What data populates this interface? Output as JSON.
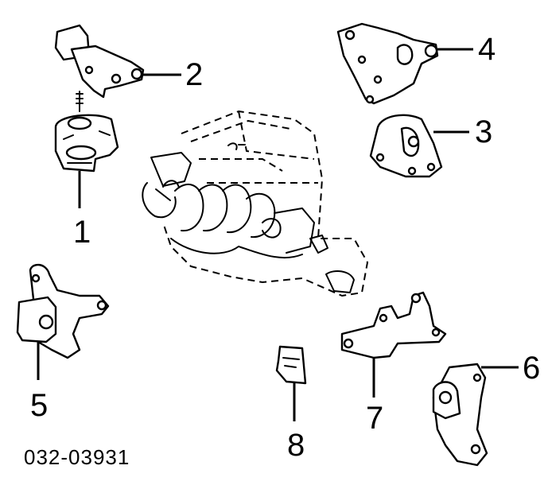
{
  "diagram": {
    "part_number": "032-03931",
    "callouts": [
      {
        "id": 1,
        "label": "1"
      },
      {
        "id": 2,
        "label": "2"
      },
      {
        "id": 3,
        "label": "3"
      },
      {
        "id": 4,
        "label": "4"
      },
      {
        "id": 5,
        "label": "5"
      },
      {
        "id": 6,
        "label": "6"
      },
      {
        "id": 7,
        "label": "7"
      },
      {
        "id": 8,
        "label": "8"
      }
    ]
  }
}
